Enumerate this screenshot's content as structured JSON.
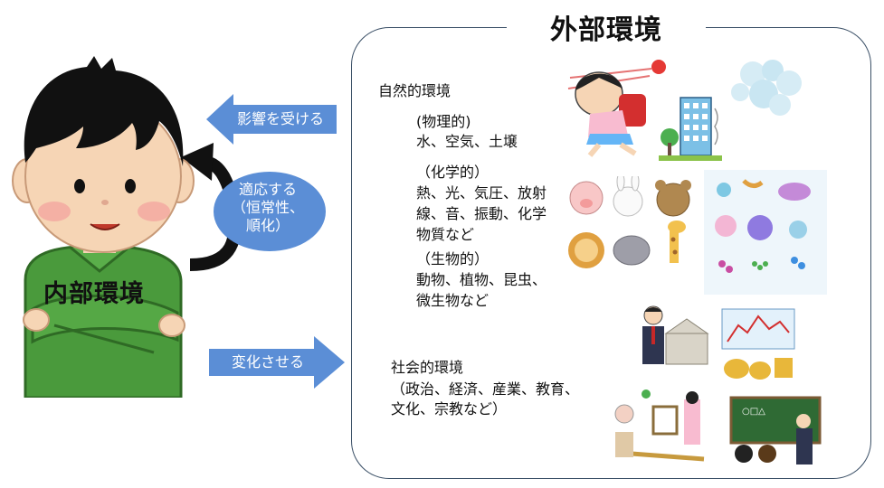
{
  "outer_environment": {
    "title": "外部環境",
    "natural": {
      "heading": "自然的環境",
      "physical": {
        "label": "(物理的)",
        "items": "水、空気、土壌"
      },
      "chemical": {
        "label": "（化学的）",
        "items_line1": "熱、光、気圧、放射",
        "items_line2": "線、音、振動、化学",
        "items_line3": "物質など"
      },
      "biological": {
        "label": "（生物的）",
        "items_line1": "動物、植物、昆虫、",
        "items_line2": "微生物など"
      }
    },
    "social": {
      "heading": "社会的環境",
      "items_line1": "（政治、経済、産業、教育、",
      "items_line2": "文化、宗教など）"
    }
  },
  "inner_environment": {
    "label": "内部環境"
  },
  "arrows": {
    "receive": "影響を受ける",
    "adapt_line1": "適応する",
    "adapt_line2": "（恒常性、",
    "adapt_line3": "順化）",
    "change": "変化させる"
  },
  "colors": {
    "arrow_fill": "#5b8ed6",
    "ellipse_fill": "#5b8ed6",
    "shirt": "#4a9a3c",
    "skin": "#f6d5b5",
    "hair": "#111111"
  }
}
